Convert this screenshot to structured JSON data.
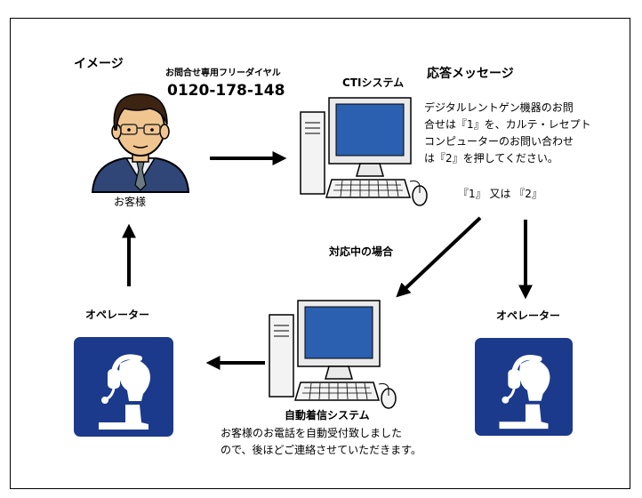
{
  "labels": {
    "image_title": "イメージ",
    "freedial_label": "お問合せ専用フリーダイヤル",
    "phone_number": "0120-178-148",
    "customer": "お客様",
    "cti_system": "CTIシステム",
    "response_message_title": "応答メッセージ",
    "response_message_lines": [
      "デジタルレントゲン機器のお問",
      "合せは『1』を、カルテ・レセプト",
      "コンピューターのお問い合わせ",
      "は『2』を押してください。"
    ],
    "choice": "『1』 又は 『2』",
    "busy_case": "対応中の場合",
    "operator_left": "オペレーター",
    "operator_right": "オペレーター",
    "auto_system": "自動着信システム",
    "auto_message_lines": [
      "お客様のお電話を自動受付致しました",
      "ので、後ほどご連絡させていただきます。"
    ]
  },
  "icons": {
    "customer": "businessman-avatar-icon",
    "computer": "desktop-computer-icon",
    "operator": "headset-operator-icon",
    "arrow": "arrow-icon"
  },
  "colors": {
    "operator_tile": "#1c3a8c",
    "hair": "#3d2412",
    "skin": "#f1c58f",
    "suit": "#2f4677",
    "screen": "#2b5fb0"
  }
}
